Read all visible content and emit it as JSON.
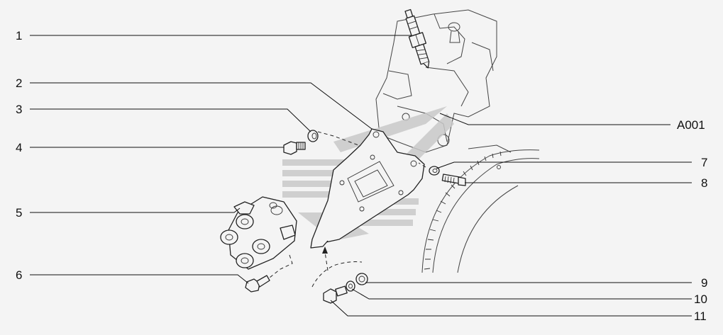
{
  "diagram": {
    "callouts": [
      {
        "id": "1",
        "label": "1"
      },
      {
        "id": "2",
        "label": "2"
      },
      {
        "id": "3",
        "label": "3"
      },
      {
        "id": "4",
        "label": "4"
      },
      {
        "id": "5",
        "label": "5"
      },
      {
        "id": "6",
        "label": "6"
      },
      {
        "id": "7",
        "label": "7"
      },
      {
        "id": "8",
        "label": "8"
      },
      {
        "id": "9",
        "label": "9"
      },
      {
        "id": "10",
        "label": "10"
      },
      {
        "id": "11",
        "label": "11"
      },
      {
        "id": "A001",
        "label": "A001"
      }
    ],
    "parts": [
      {
        "callout": "1",
        "name": "spark-plug"
      },
      {
        "callout": "2",
        "name": "distributor-bracket"
      },
      {
        "callout": "3",
        "name": "washer"
      },
      {
        "callout": "4",
        "name": "bolt"
      },
      {
        "callout": "5",
        "name": "distributor-cap"
      },
      {
        "callout": "6",
        "name": "bolt"
      },
      {
        "callout": "7",
        "name": "washer"
      },
      {
        "callout": "8",
        "name": "bolt"
      },
      {
        "callout": "9",
        "name": "washer"
      },
      {
        "callout": "10",
        "name": "spring-washer"
      },
      {
        "callout": "11",
        "name": "bolt"
      },
      {
        "callout": "A001",
        "name": "engine-block"
      }
    ]
  },
  "colors": {
    "line": "#222222",
    "background": "#f4f4f4",
    "watermark": "#c9c9c9"
  }
}
